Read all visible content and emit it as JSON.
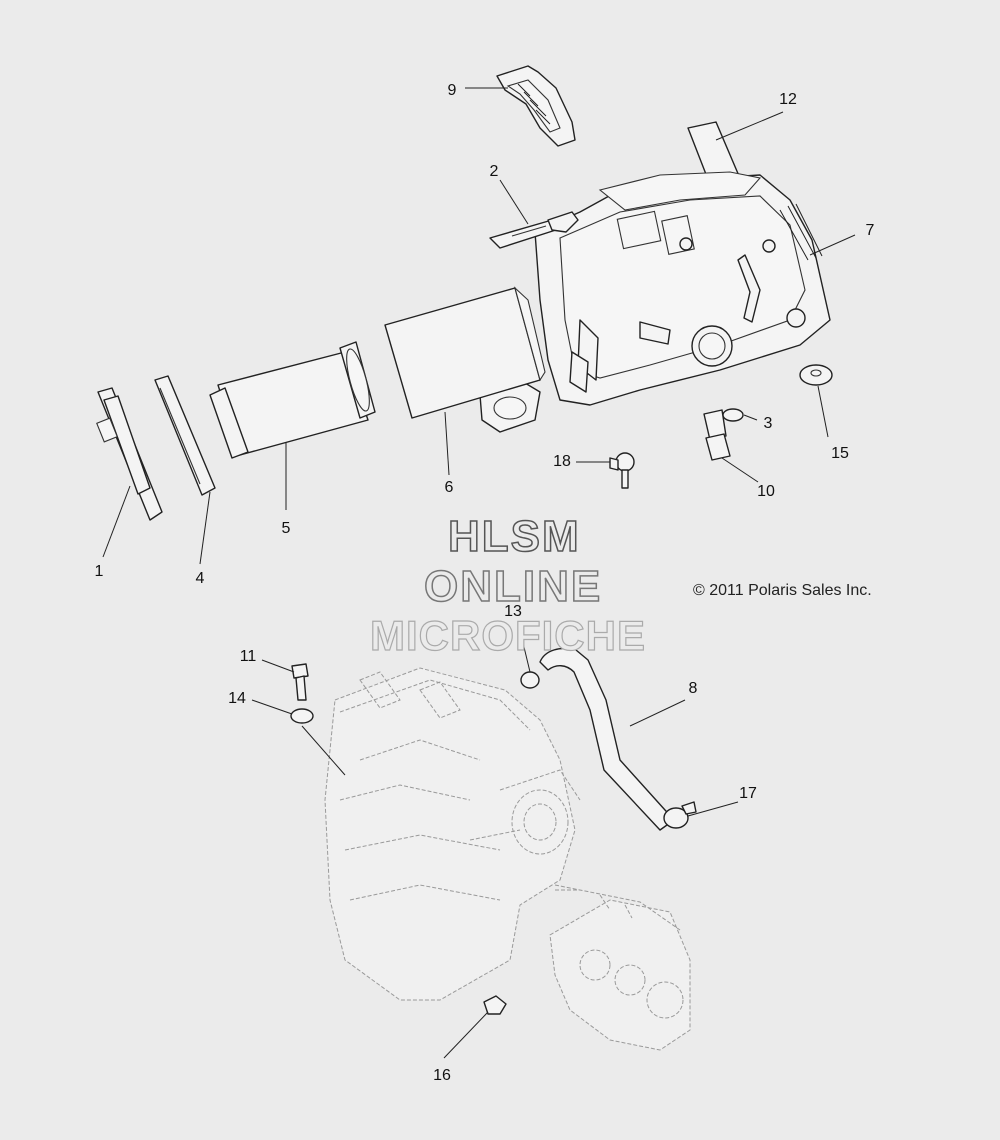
{
  "watermark": {
    "line1": "HLSM",
    "line2": "ONLINE",
    "line3": "MICROFICHE"
  },
  "copyright": "© 2011 Polaris Sales Inc.",
  "callouts": [
    "1",
    "2",
    "3",
    "4",
    "5",
    "6",
    "7",
    "8",
    "9",
    "10",
    "11",
    "12",
    "13",
    "14",
    "15",
    "16",
    "17",
    "18"
  ],
  "colors": {
    "background": "#ebebeb",
    "line": "#222222",
    "phantom": "#999999"
  }
}
